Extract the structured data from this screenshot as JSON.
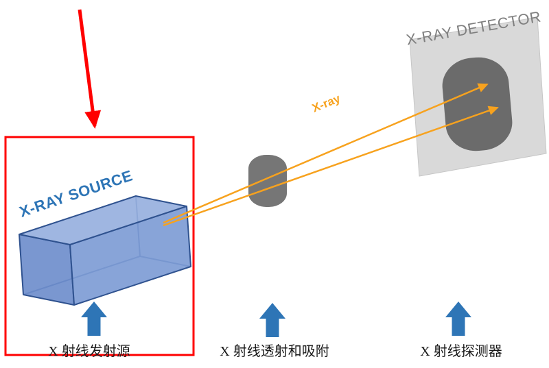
{
  "diagram": {
    "source": {
      "label": "X-RAY SOURCE",
      "caption": "X 射线发射源"
    },
    "object": {
      "caption": "X 射线透射和吸附"
    },
    "detector": {
      "label": "X-RAY DETECTOR",
      "caption": "X 射线探测器"
    },
    "beam": {
      "label": "X-ray"
    },
    "colors": {
      "highlight": "#FF0000",
      "beam": "#F7A21E",
      "arrow_blue": "#2E75B6",
      "source_label": "#2E75B6",
      "detector_label": "#7F7F7F",
      "box_top": "#8EA9DC",
      "box_front": "#7394D1",
      "box_side": "#6385C8",
      "box_edge": "#2F528F",
      "object_gray": "#767676",
      "panel_gray": "#D9D9D9",
      "blob_gray": "#6B6B6B",
      "caption_text": "#1A1A1A"
    }
  }
}
